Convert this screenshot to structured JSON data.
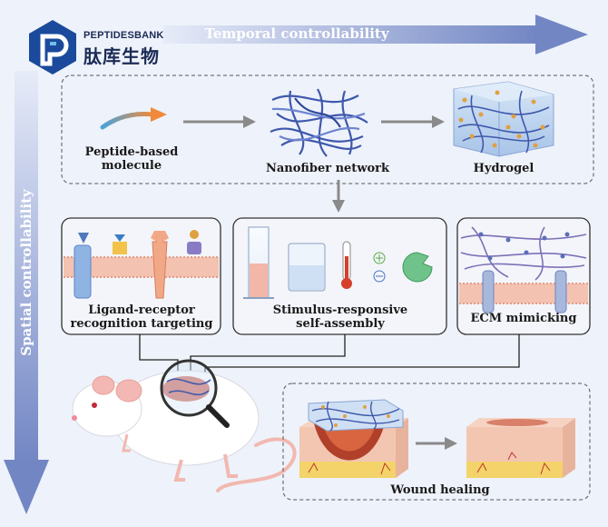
{
  "logo": {
    "english": "PEPTIDESBANK",
    "chinese": "肽库生物"
  },
  "axes": {
    "temporal": "Temporal controllability",
    "spatial": "Spatial controllability"
  },
  "stages": {
    "peptide": "Peptide-based molecule",
    "nanofiber": "Nanofiber network",
    "hydrogel": "Hydrogel"
  },
  "panels": {
    "ligand": "Ligand-receptor recognition targeting",
    "stimulus": "Stimulus-responsive self-assembly",
    "ecm": "ECM mimicking"
  },
  "wound": "Wound healing",
  "colors": {
    "arrow_blue": "#7d8ec8",
    "logo_blue": "#1b4a9c",
    "membrane": "#f0b7a6",
    "fiber": "#4a63b8",
    "node": "#e0a040",
    "skin": "#f3c6b2",
    "wound_red": "#b0402a"
  }
}
